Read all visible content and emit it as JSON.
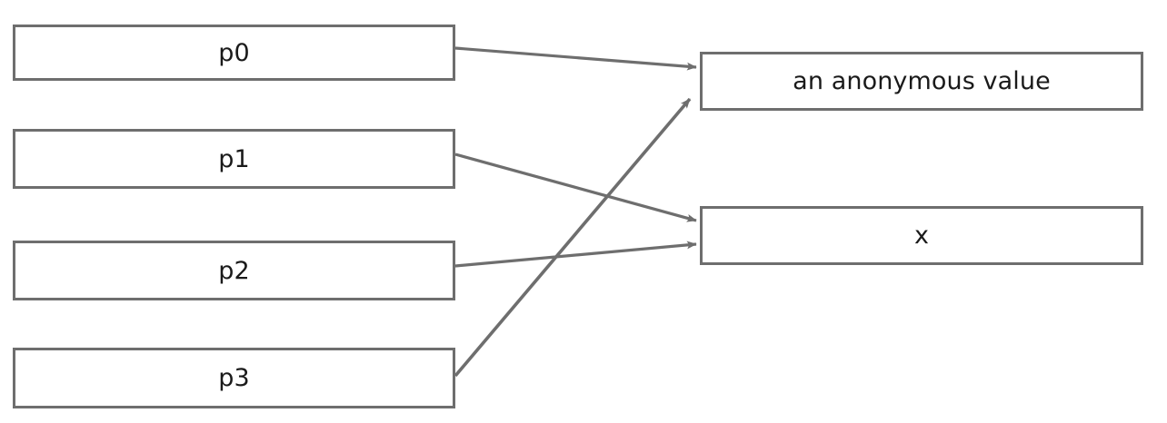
{
  "diagram": {
    "type": "directed-graph",
    "title": "",
    "background_color": "#ffffff",
    "node_border_color": "#6e6e6e",
    "node_fill_color": "#ffffff",
    "edge_color": "#6e6e6e",
    "text_color": "#1a1a1a",
    "source_nodes": [
      {
        "id": "p0",
        "label": "p0"
      },
      {
        "id": "p1",
        "label": "p1"
      },
      {
        "id": "p2",
        "label": "p2"
      },
      {
        "id": "p3",
        "label": "p3"
      }
    ],
    "target_nodes": [
      {
        "id": "anon",
        "label": "an anonymous value"
      },
      {
        "id": "x",
        "label": "x"
      }
    ],
    "edges": [
      {
        "from": "p0",
        "to": "anon"
      },
      {
        "from": "p1",
        "to": "x"
      },
      {
        "from": "p2",
        "to": "x"
      },
      {
        "from": "p3",
        "to": "anon"
      }
    ]
  }
}
